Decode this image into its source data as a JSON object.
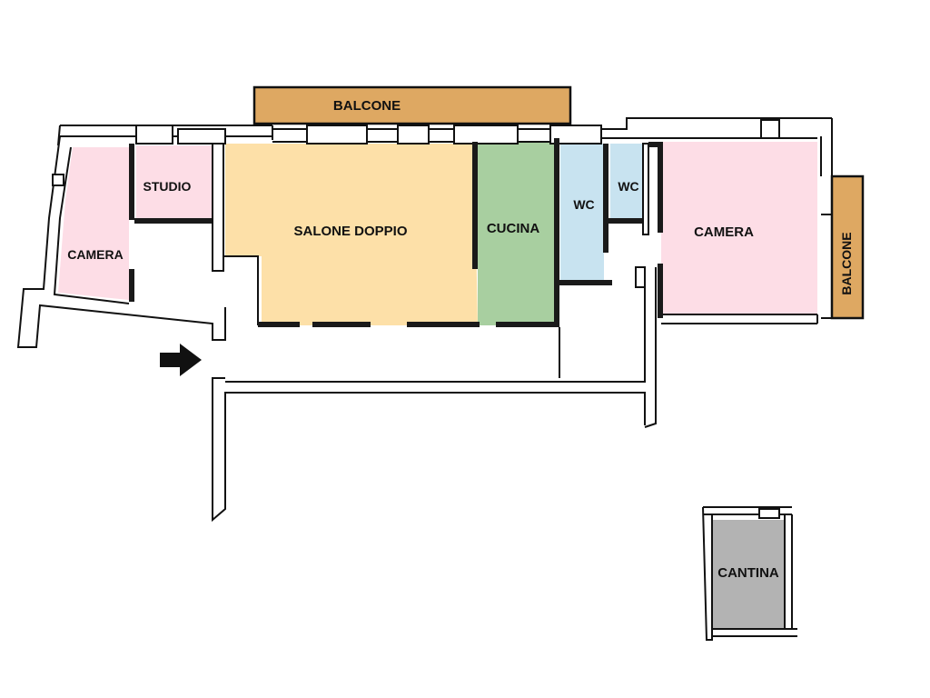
{
  "rooms": {
    "balcone_top": "BALCONE",
    "studio": "STUDIO",
    "camera_left": "CAMERA",
    "salone": "SALONE DOPPIO",
    "cucina": "CUCINA",
    "wc_1": "WC",
    "wc_2": "WC",
    "camera_right": "CAMERA",
    "balcone_right": "BALCONE",
    "cantina": "CANTINA"
  },
  "colors": {
    "balcone": "#dea862",
    "camera": "#fddde6",
    "studio": "#fddde6",
    "salone": "#fde0a8",
    "cucina": "#a8cfa0",
    "wc": "#c8e3f0",
    "cantina": "#b3b3b3",
    "wall": "#111111"
  },
  "icons": {
    "entrance": "entrance-arrow-icon"
  }
}
